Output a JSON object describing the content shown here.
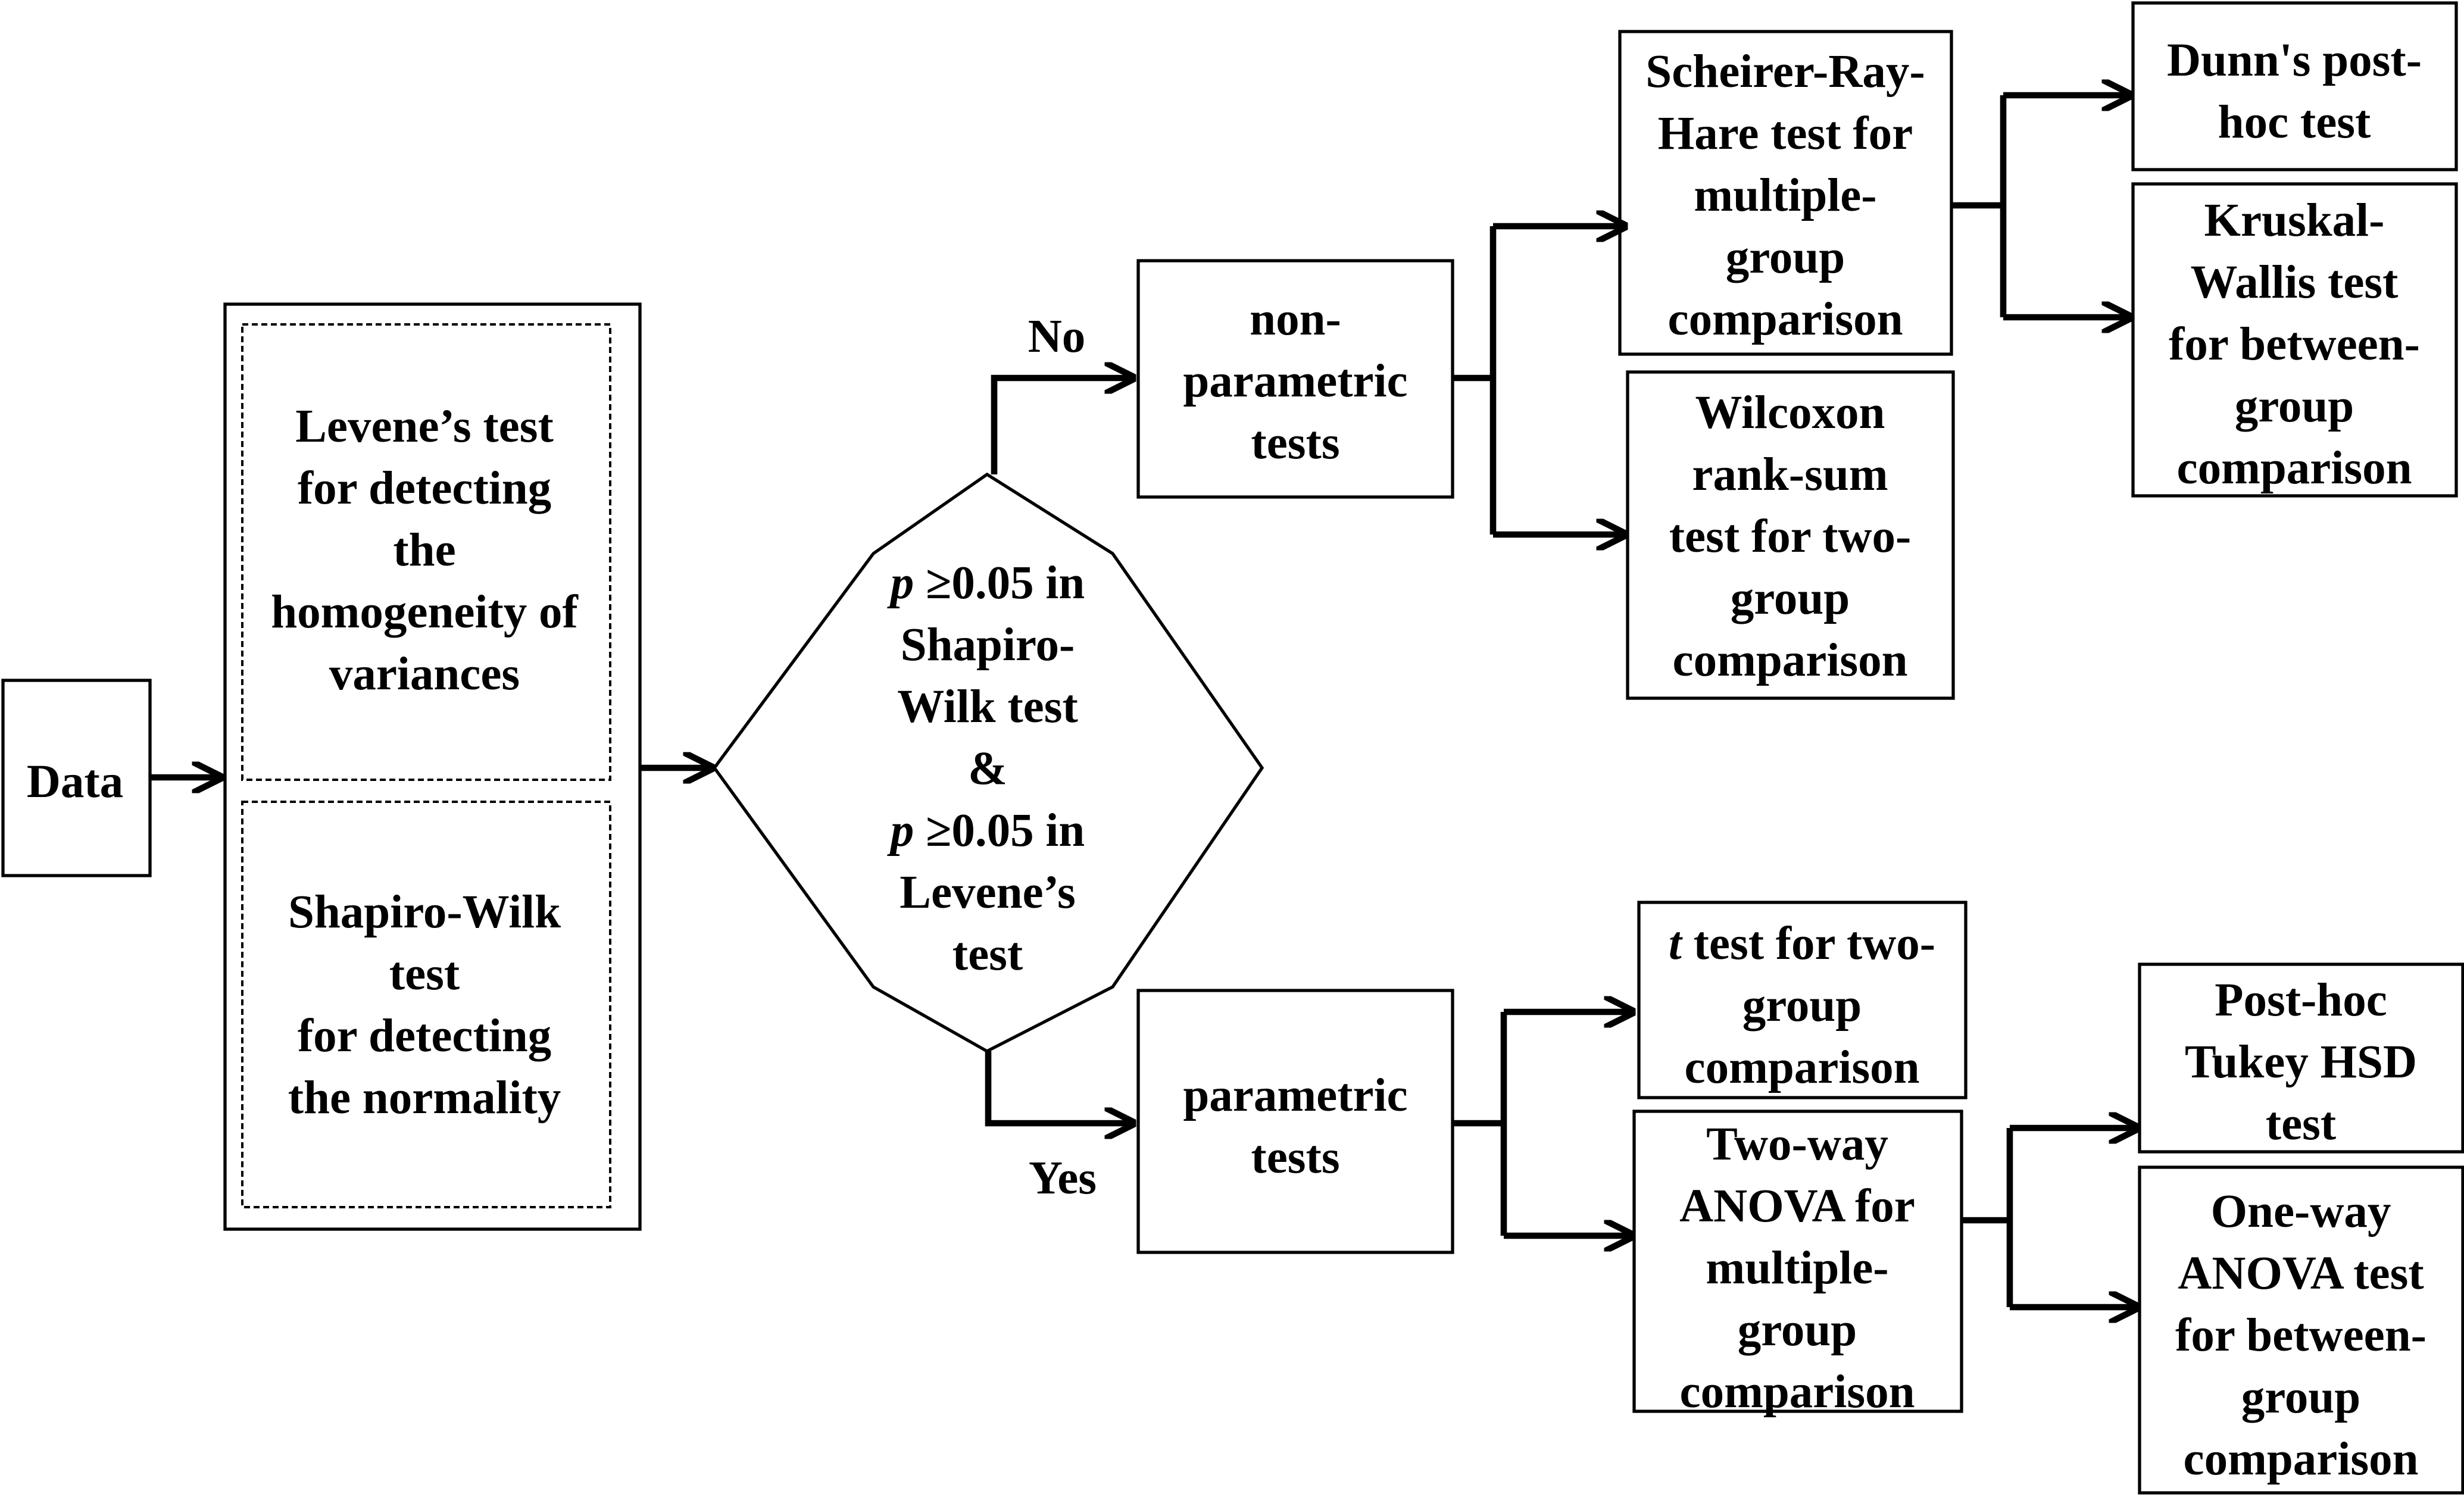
{
  "nodes": {
    "data": {
      "lines": [
        "Data"
      ]
    },
    "levene": {
      "lines": [
        "Levene’s test",
        "for detecting",
        "the",
        "homogeneity  of",
        "variances"
      ]
    },
    "shapiro": {
      "lines": [
        "Shapiro-Wilk",
        "test",
        "for detecting",
        "the normality"
      ]
    },
    "decision": {
      "lines": [
        "p ≥0.05 in",
        "Shapiro-",
        "Wilk test",
        "&",
        "p ≥0.05 in",
        "Levene’s",
        "test"
      ]
    },
    "nonparametric": {
      "lines": [
        "non-",
        "parametric",
        "tests"
      ]
    },
    "parametric": {
      "lines": [
        "parametric",
        "tests"
      ]
    },
    "scheirer": {
      "lines": [
        "Scheirer-Ray-",
        "Hare test for",
        "multiple-",
        "group",
        "comparison"
      ]
    },
    "wilcoxon": {
      "lines": [
        "Wilcoxon",
        "rank-sum",
        "test for two-",
        "group",
        "comparison"
      ]
    },
    "dunn": {
      "lines": [
        "Dunn's post-",
        "hoc test"
      ]
    },
    "kruskal": {
      "lines": [
        "Kruskal-",
        "Wallis test",
        "for between-",
        "group",
        "comparison"
      ]
    },
    "ttest": {
      "lines": [
        "t test for two-",
        "group",
        "comparison"
      ]
    },
    "twoway": {
      "lines": [
        "Two-way",
        "ANOVA for",
        "multiple-",
        "group",
        "comparison"
      ]
    },
    "tukey": {
      "lines": [
        "Post-hoc",
        "Tukey HSD",
        "test"
      ]
    },
    "oneway": {
      "lines": [
        "One-way",
        "ANOVA test",
        "for between-",
        "group",
        "comparison"
      ]
    }
  },
  "branches": {
    "no": "No",
    "yes": "Yes"
  }
}
